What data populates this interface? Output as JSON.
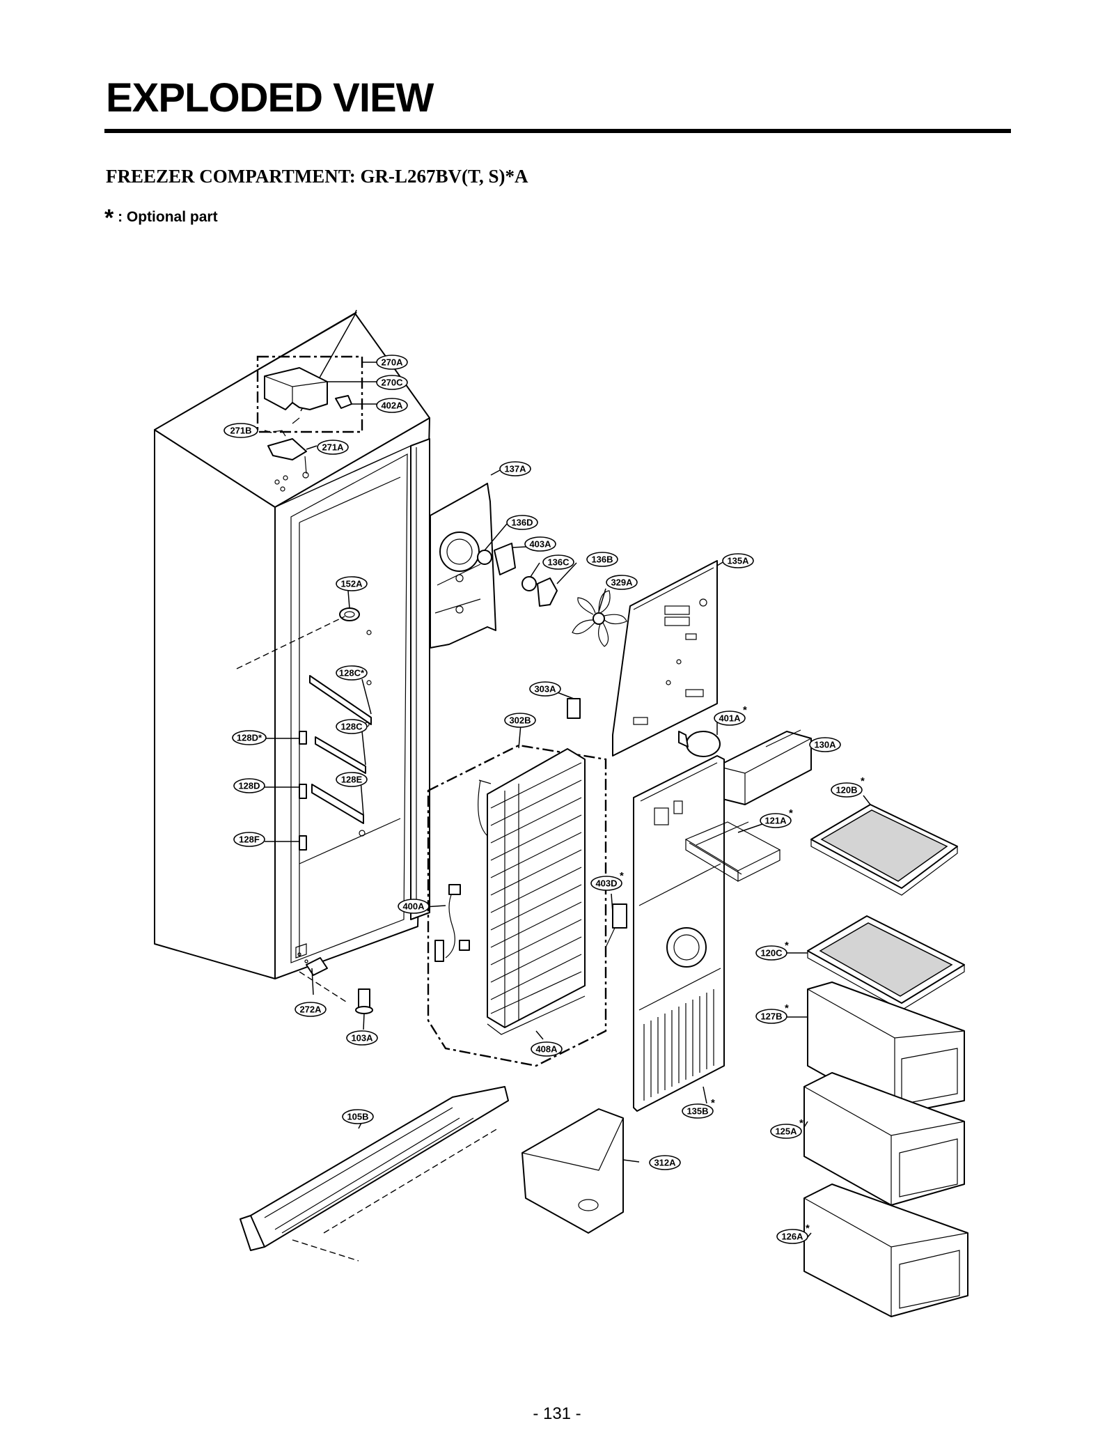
{
  "page": {
    "title": "EXPLODED VIEW",
    "subtitle": "FREEZER COMPARTMENT: GR-L267BV(T, S)*A",
    "note_symbol": "*",
    "note_text": ": Optional part",
    "page_number": "- 131 -"
  },
  "callouts": {
    "c270A": "270A",
    "c270C": "270C",
    "c402A": "402A",
    "c271B": "271B",
    "c271A": "271A",
    "c137A": "137A",
    "c136D": "136D",
    "c403A": "403A",
    "c136C": "136C",
    "c136B": "136B",
    "c135A": "135A",
    "c329A": "329A",
    "c152A": "152A",
    "c128C1": "128C*",
    "c303A": "303A",
    "c401A": "401A",
    "c302B": "302B",
    "c128C2": "128C",
    "c128D1": "128D*",
    "c130A": "130A",
    "c128E": "128E",
    "c128D2": "128D",
    "c120B": "120B",
    "c121A": "121A",
    "c128F": "128F",
    "c403D": "403D",
    "c400A": "400A",
    "c120C": "120C",
    "c272A": "272A",
    "c127B": "127B",
    "c103A": "103A",
    "c408A": "408A",
    "c135B": "135B",
    "c105B": "105B",
    "c125A": "125A",
    "c312A": "312A",
    "c126A": "126A"
  },
  "optional_marker": "*"
}
